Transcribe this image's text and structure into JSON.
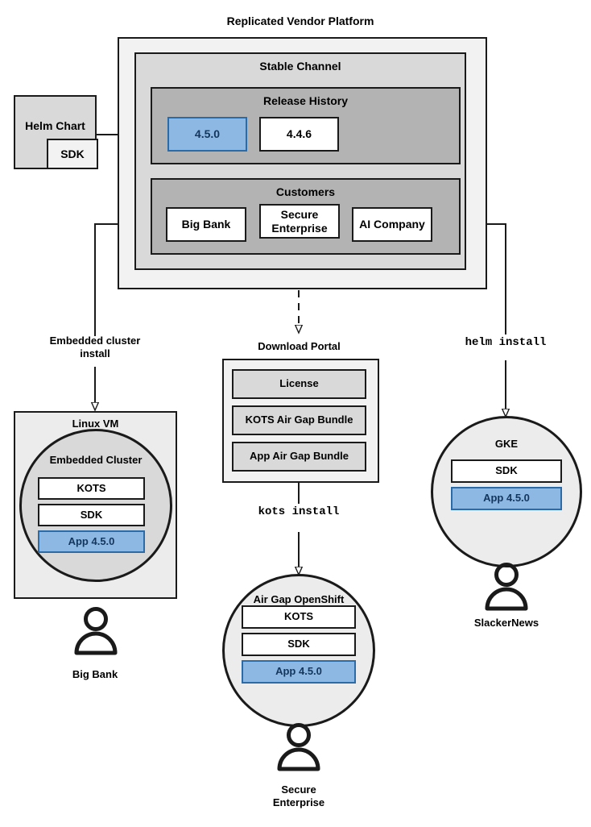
{
  "diagram": {
    "title": "Replicated Vendor Platform",
    "colors": {
      "release_accent": "#8cb8e3",
      "release_accent_border": "#2a6ba8",
      "release_accent_text": "#14365c",
      "outline": "#1a1a1a",
      "platform_fill": "#f2f2f2",
      "channel_fill": "#d9d9d9",
      "history_fill": "#b3b3b3",
      "customers_fill": "#b3b3b3",
      "portal_item_fill": "#d9d9d9",
      "vm_fill": "#ececec",
      "cluster_fill": "#d9d9d9",
      "cloud_fill": "#ececec"
    },
    "helm_chart": {
      "label": "Helm Chart",
      "sdk_label": "SDK"
    },
    "platform": {
      "label": "Replicated Vendor Platform",
      "channel": {
        "label": "Stable Channel",
        "release_history": {
          "label": "Release History",
          "releases": [
            {
              "version": "4.5.0",
              "highlighted": true
            },
            {
              "version": "4.4.6",
              "highlighted": false
            }
          ]
        },
        "customers": {
          "label": "Customers",
          "items": [
            {
              "name": "Big Bank"
            },
            {
              "name": "Secure\nEnterprise"
            },
            {
              "name": "AI Company"
            }
          ]
        }
      }
    },
    "connectors": [
      {
        "id": "helm-to-release",
        "label": "",
        "style": "solid"
      },
      {
        "id": "bigbank-to-vm",
        "label": "Embedded cluster\ninstall",
        "style": "solid"
      },
      {
        "id": "secure-to-portal",
        "label": "",
        "style": "dashed"
      },
      {
        "id": "portal-to-openshift",
        "label": "kots install",
        "style": "solid",
        "mono": true
      },
      {
        "id": "aicompany-to-gke",
        "label": "helm install",
        "style": "solid",
        "mono": true
      }
    ],
    "targets": {
      "linux_vm": {
        "label": "Linux VM",
        "cluster": {
          "label": "Embedded Cluster",
          "components": [
            {
              "name": "KOTS",
              "highlighted": false
            },
            {
              "name": "SDK",
              "highlighted": false
            },
            {
              "name": "App 4.5.0",
              "highlighted": true
            }
          ]
        },
        "user": "Big Bank"
      },
      "download_portal": {
        "label": "Download Portal",
        "items": [
          {
            "name": "License"
          },
          {
            "name": "KOTS Air Gap Bundle"
          },
          {
            "name": "App Air Gap Bundle"
          }
        ]
      },
      "air_gap_openshift": {
        "label": "Air Gap OpenShift",
        "components": [
          {
            "name": "KOTS",
            "highlighted": false
          },
          {
            "name": "SDK",
            "highlighted": false
          },
          {
            "name": "App 4.5.0",
            "highlighted": true
          }
        ],
        "user": "Secure\nEnterprise"
      },
      "gke": {
        "label": "GKE",
        "components": [
          {
            "name": "SDK",
            "highlighted": false
          },
          {
            "name": "App 4.5.0",
            "highlighted": true
          }
        ],
        "user": "SlackerNews"
      }
    }
  }
}
